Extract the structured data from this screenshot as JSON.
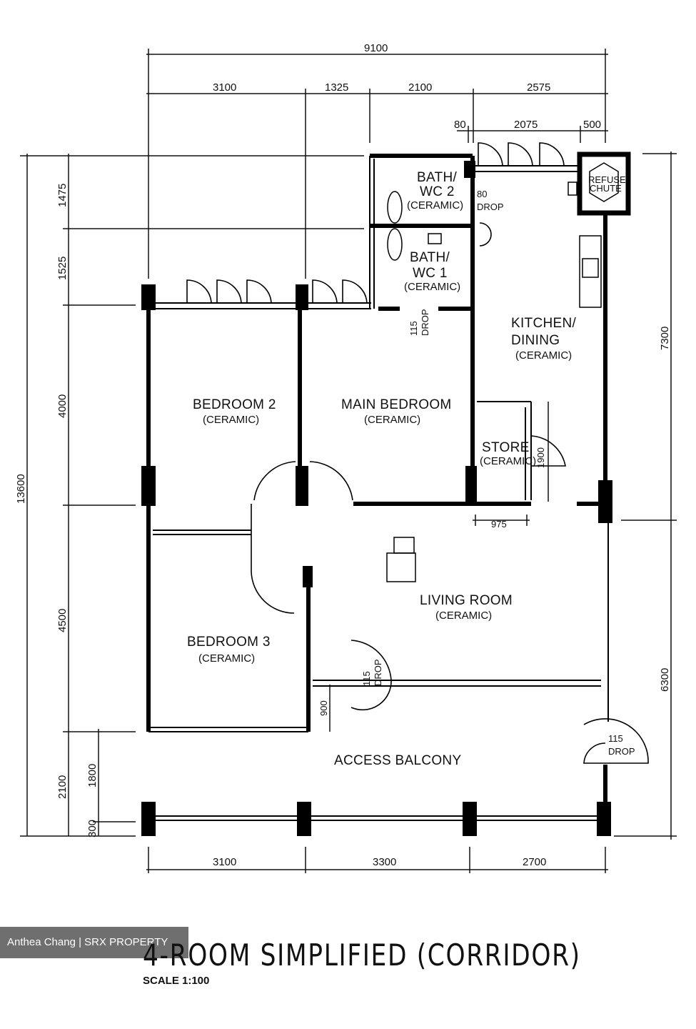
{
  "plan": {
    "dimensions": {
      "top_total": "9100",
      "top_a": "3100",
      "top_b": "1325",
      "top_c": "2100",
      "top_d": "2575",
      "top_e": "80",
      "top_f": "2075",
      "top_g": "500",
      "left_1": "1475",
      "left_2": "1525",
      "left_3": "4000",
      "left_4": "4500",
      "left_5": "2100",
      "left_6": "1800",
      "left_7": "300",
      "left_total": "13600",
      "right_1": "7300",
      "right_2": "6300",
      "bottom_a": "3100",
      "bottom_b": "3300",
      "bottom_c": "2700",
      "store_width": "975",
      "store_depth": "1900",
      "balcony_step": "900"
    },
    "rooms": {
      "bath2_a": "BATH/",
      "bath2_b": "WC 2",
      "bath2_c": "(CERAMIC)",
      "bath1_a": "BATH/",
      "bath1_b": "WC 1",
      "bath1_c": "(CERAMIC)",
      "kitchen_a": "KITCHEN/",
      "kitchen_b": "DINING",
      "kitchen_c": "(CERAMIC)",
      "bedroom2_a": "BEDROOM 2",
      "bedroom2_b": "(CERAMIC)",
      "main_a": "MAIN BEDROOM",
      "main_b": "(CERAMIC)",
      "store_a": "STORE",
      "store_b": "(CERAMIC)",
      "living_a": "LIVING ROOM",
      "living_b": "(CERAMIC)",
      "bedroom3_a": "BEDROOM 3",
      "bedroom3_b": "(CERAMIC)",
      "balcony": "ACCESS BALCONY",
      "refuse_a": "REFUSE",
      "refuse_b": "CHUTE"
    },
    "drops": {
      "d80_a": "80",
      "d80_b": "DROP",
      "d115a_a": "115",
      "d115a_b": "DROP",
      "d115b_a": "115",
      "d115b_b": "DROP",
      "d115c_a": "115",
      "d115c_b": "DROP"
    }
  },
  "footer": {
    "watermark": "Anthea Chang | SRX PROPERTY",
    "title": "4-ROOM SIMPLIFIED (CORRIDOR)",
    "scale": "SCALE   1:100"
  }
}
